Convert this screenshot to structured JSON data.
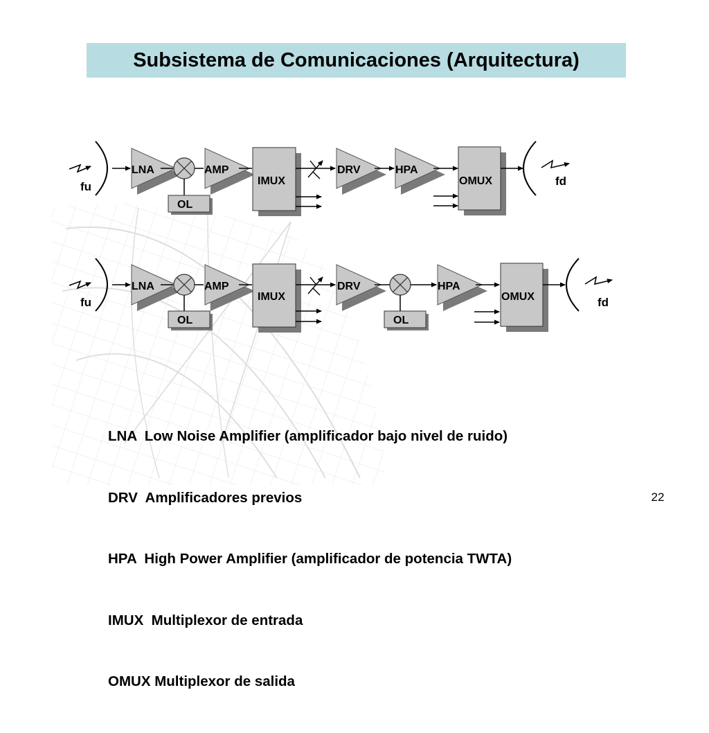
{
  "slide": {
    "title": "Subsistema de Comunicaciones (Arquitectura)",
    "page_number": "22"
  },
  "diagram": {
    "row1": {
      "uplink": "fu",
      "lna": "LNA",
      "ol": "OL",
      "amp": "AMP",
      "imux": "IMUX",
      "drv": "DRV",
      "hpa": "HPA",
      "omux": "OMUX",
      "downlink": "fd"
    },
    "row2": {
      "uplink": "fu",
      "lna": "LNA",
      "ol1": "OL",
      "amp": "AMP",
      "imux": "IMUX",
      "drv": "DRV",
      "ol2": "OL",
      "hpa": "HPA",
      "omux": "OMUX",
      "downlink": "fd"
    }
  },
  "legend": [
    "LNA  Low Noise Amplifier (amplificador bajo nivel de ruido)",
    "DRV  Amplificadores previos",
    "HPA  High Power Amplifier (amplificador de potencia TWTA)",
    "IMUX  Multiplexor de entrada",
    "OMUX Multiplexor de salida"
  ],
  "colors": {
    "title_background": "#b7dde2",
    "block_fill": "#c8c8c8",
    "block_shadow": "#7a7a7a"
  }
}
